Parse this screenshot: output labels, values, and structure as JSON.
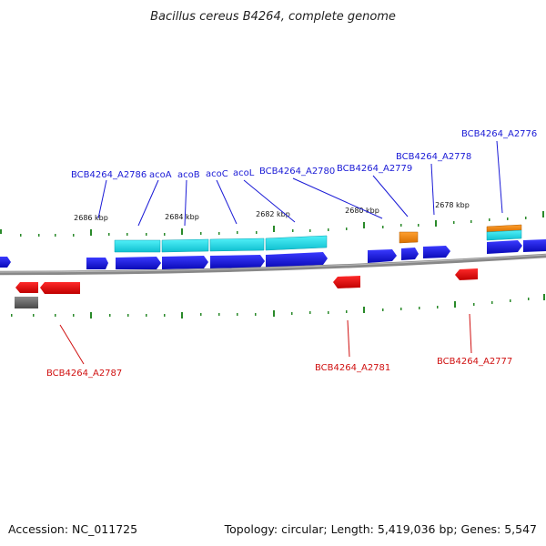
{
  "title": "Bacillus cereus B4264, complete genome",
  "footer": {
    "accession": "Accession: NC_011725",
    "summary": "Topology: circular; Length: 5,419,036 bp; Genes: 5,547"
  },
  "kbp_labels": [
    "2686 kbp",
    "2684 kbp",
    "2682 kbp",
    "2680 kbp",
    "2678 kbp"
  ],
  "genes_forward": [
    "BCB4264_A2786",
    "acoA",
    "acoB",
    "acoC",
    "acoL",
    "BCB4264_A2780",
    "BCB4264_A2779",
    "BCB4264_A2778",
    "BCB4264_A2776"
  ],
  "genes_reverse": [
    "BCB4264_A2787",
    "BCB4264_A2781",
    "BCB4264_A2777"
  ],
  "colors": {
    "forward_gene": "#1010e0",
    "reverse_gene": "#e01010",
    "cds_cyan": "#20d8e0",
    "cds_orange": "#f08a10",
    "pseudo_gray": "#6a6a6a",
    "tick_green": "#2a8a2a",
    "backbone": "#888888",
    "label_blue": "#1a1ad6",
    "label_red": "#d01010"
  }
}
